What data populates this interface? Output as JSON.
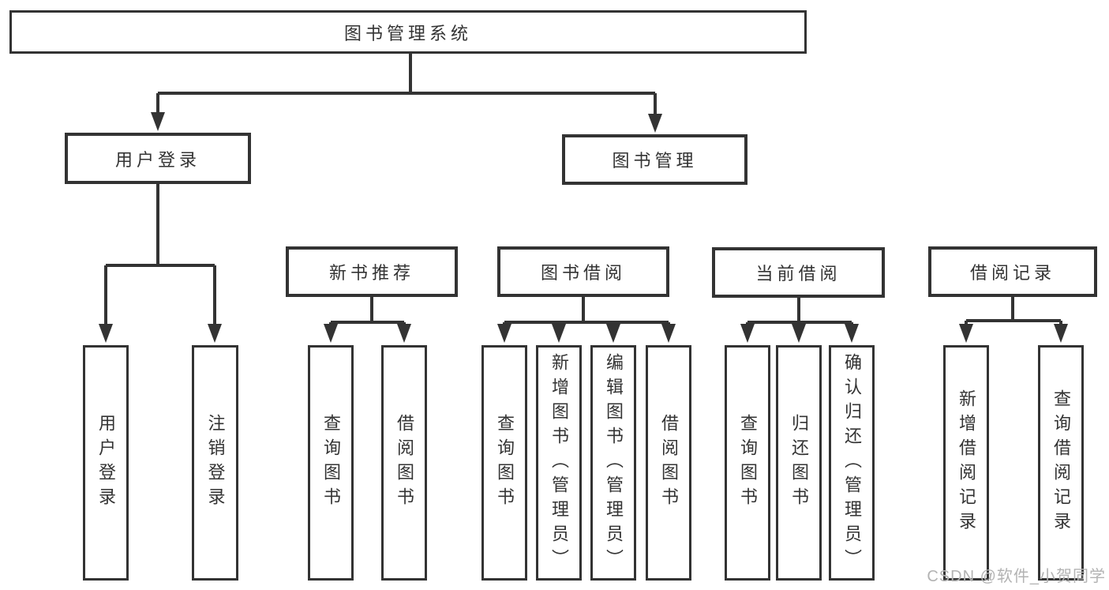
{
  "colors": {
    "line": "#333333",
    "text": "#333333",
    "node_fill": "#ffffff",
    "background": "#ffffff",
    "watermark": "#b3b3b3"
  },
  "tree": {
    "root": {
      "label": "图书管理系统"
    },
    "level2": [
      {
        "label": "用户登录"
      },
      {
        "label": "图书管理"
      }
    ],
    "level3": [
      {
        "label": "新书推荐",
        "parent": "图书管理"
      },
      {
        "label": "图书借阅",
        "parent": "图书管理"
      },
      {
        "label": "当前借阅",
        "parent": "图书管理"
      },
      {
        "label": "借阅记录",
        "parent": "图书管理"
      }
    ],
    "leaves": [
      {
        "label": "用户登录",
        "parent": "用户登录"
      },
      {
        "label": "注销登录",
        "parent": "用户登录"
      },
      {
        "label": "查询图书",
        "parent": "新书推荐"
      },
      {
        "label": "借阅图书",
        "parent": "新书推荐"
      },
      {
        "label": "查询图书",
        "parent": "图书借阅"
      },
      {
        "label": "新增图书（管理员）",
        "parent": "图书借阅"
      },
      {
        "label": "编辑图书（管理员）",
        "parent": "图书借阅"
      },
      {
        "label": "借阅图书",
        "parent": "图书借阅"
      },
      {
        "label": "查询图书",
        "parent": "当前借阅"
      },
      {
        "label": "归还图书",
        "parent": "当前借阅"
      },
      {
        "label": "确认归还（管理员）",
        "parent": "当前借阅"
      },
      {
        "label": "新增借阅记录",
        "parent": "借阅记录"
      },
      {
        "label": "查询借阅记录",
        "parent": "借阅记录"
      }
    ]
  },
  "watermark": {
    "text": "CSDN @软件_小贺同学"
  }
}
